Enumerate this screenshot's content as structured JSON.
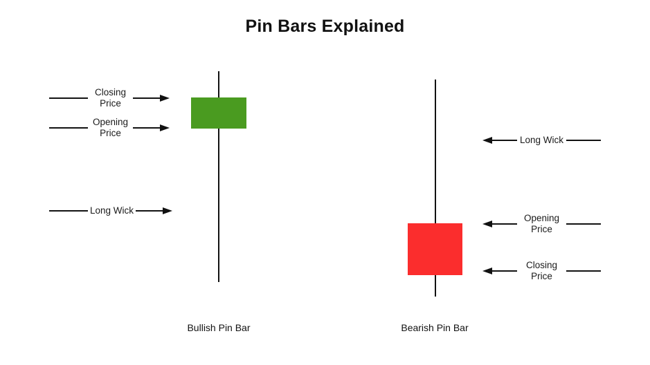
{
  "title": "Pin Bars Explained",
  "ink_color": "#111111",
  "sections": {
    "bullish": {
      "caption": "Bullish Pin Bar",
      "candle_color": "#4a9b20",
      "annotations": {
        "closing": "Closing Price",
        "opening": "Opening Price",
        "long_wick": "Long Wick"
      }
    },
    "bearish": {
      "caption": "Bearish Pin Bar",
      "candle_color": "#fb2d2d",
      "annotations": {
        "long_wick": "Long Wick",
        "opening": "Opening Price",
        "closing": "Closing Price"
      }
    }
  }
}
